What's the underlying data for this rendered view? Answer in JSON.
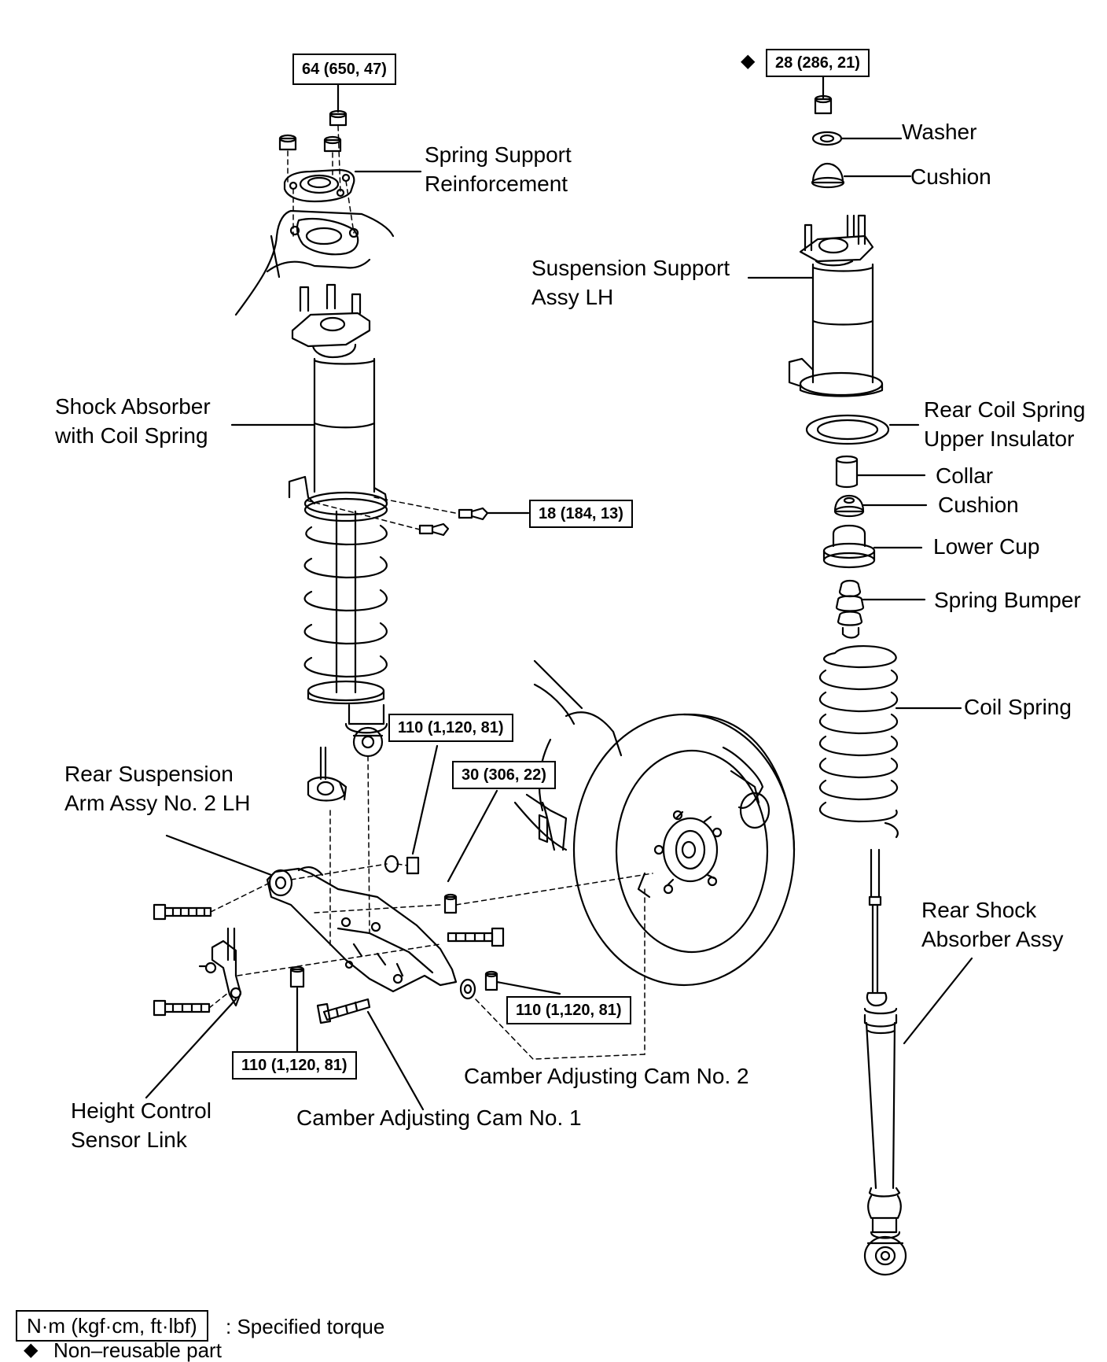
{
  "labels": {
    "spring_support_reinforcement": [
      "Spring Support",
      "Reinforcement"
    ],
    "shock_absorber_with_coil_spring": [
      "Shock Absorber",
      "with Coil Spring"
    ],
    "rear_suspension_arm": [
      "Rear Suspension",
      "Arm Assy No. 2 LH"
    ],
    "height_control_sensor_link": [
      "Height Control",
      "Sensor Link"
    ],
    "camber_cam_1": "Camber Adjusting Cam No. 1",
    "camber_cam_2": "Camber Adjusting Cam No. 2",
    "washer": "Washer",
    "cushion_top": "Cushion",
    "suspension_support": [
      "Suspension Support",
      "Assy LH"
    ],
    "rear_coil_spring_upper_insulator": [
      "Rear Coil Spring",
      "Upper Insulator"
    ],
    "collar": "Collar",
    "cushion_mid": "Cushion",
    "lower_cup": "Lower Cup",
    "spring_bumper": "Spring Bumper",
    "coil_spring": "Coil Spring",
    "rear_shock_absorber": [
      "Rear Shock",
      "Absorber Assy"
    ]
  },
  "torques": {
    "spring_support_nuts": "64 (650, 47)",
    "top_nut": "28 (286, 21)",
    "bracket_bolts": "18 (184, 13)",
    "shock_lower": "110 (1,120, 81)",
    "arm_nut": "30 (306, 22)",
    "arm_inner_nut": "110 (1,120, 81)",
    "arm_outer_nut": "110 (1,120, 81)"
  },
  "symbols": {
    "non_reusable": "◆"
  },
  "legend": {
    "torque_unit": "N·m (kgf·cm, ft·lbf)",
    "torque_desc": ": Specified torque",
    "non_reusable_symbol": "◆",
    "non_reusable_desc": "Non–reusable part"
  }
}
